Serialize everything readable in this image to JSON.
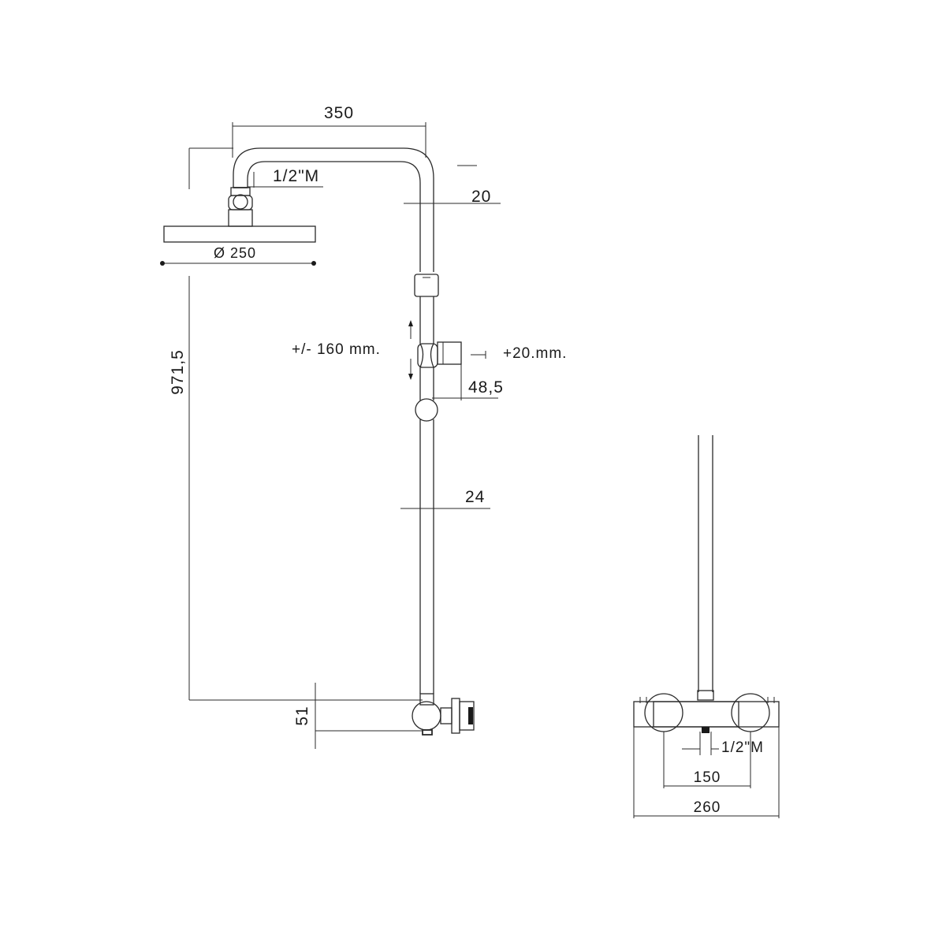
{
  "drawing": {
    "dimensions": {
      "arm_length": "350",
      "head_connection": "1/2\"M",
      "arm_pipe_diameter": "20",
      "head_diameter": "Ø 250",
      "total_height": "971,5",
      "slider_travel": "+/- 160 mm.",
      "holder_offset": "+20.mm.",
      "holder_depth": "48,5",
      "riser_diameter": "24",
      "valve_height": "51",
      "valve_connection": "1/2\"M",
      "inlet_centers": "150",
      "valve_width": "260"
    }
  }
}
